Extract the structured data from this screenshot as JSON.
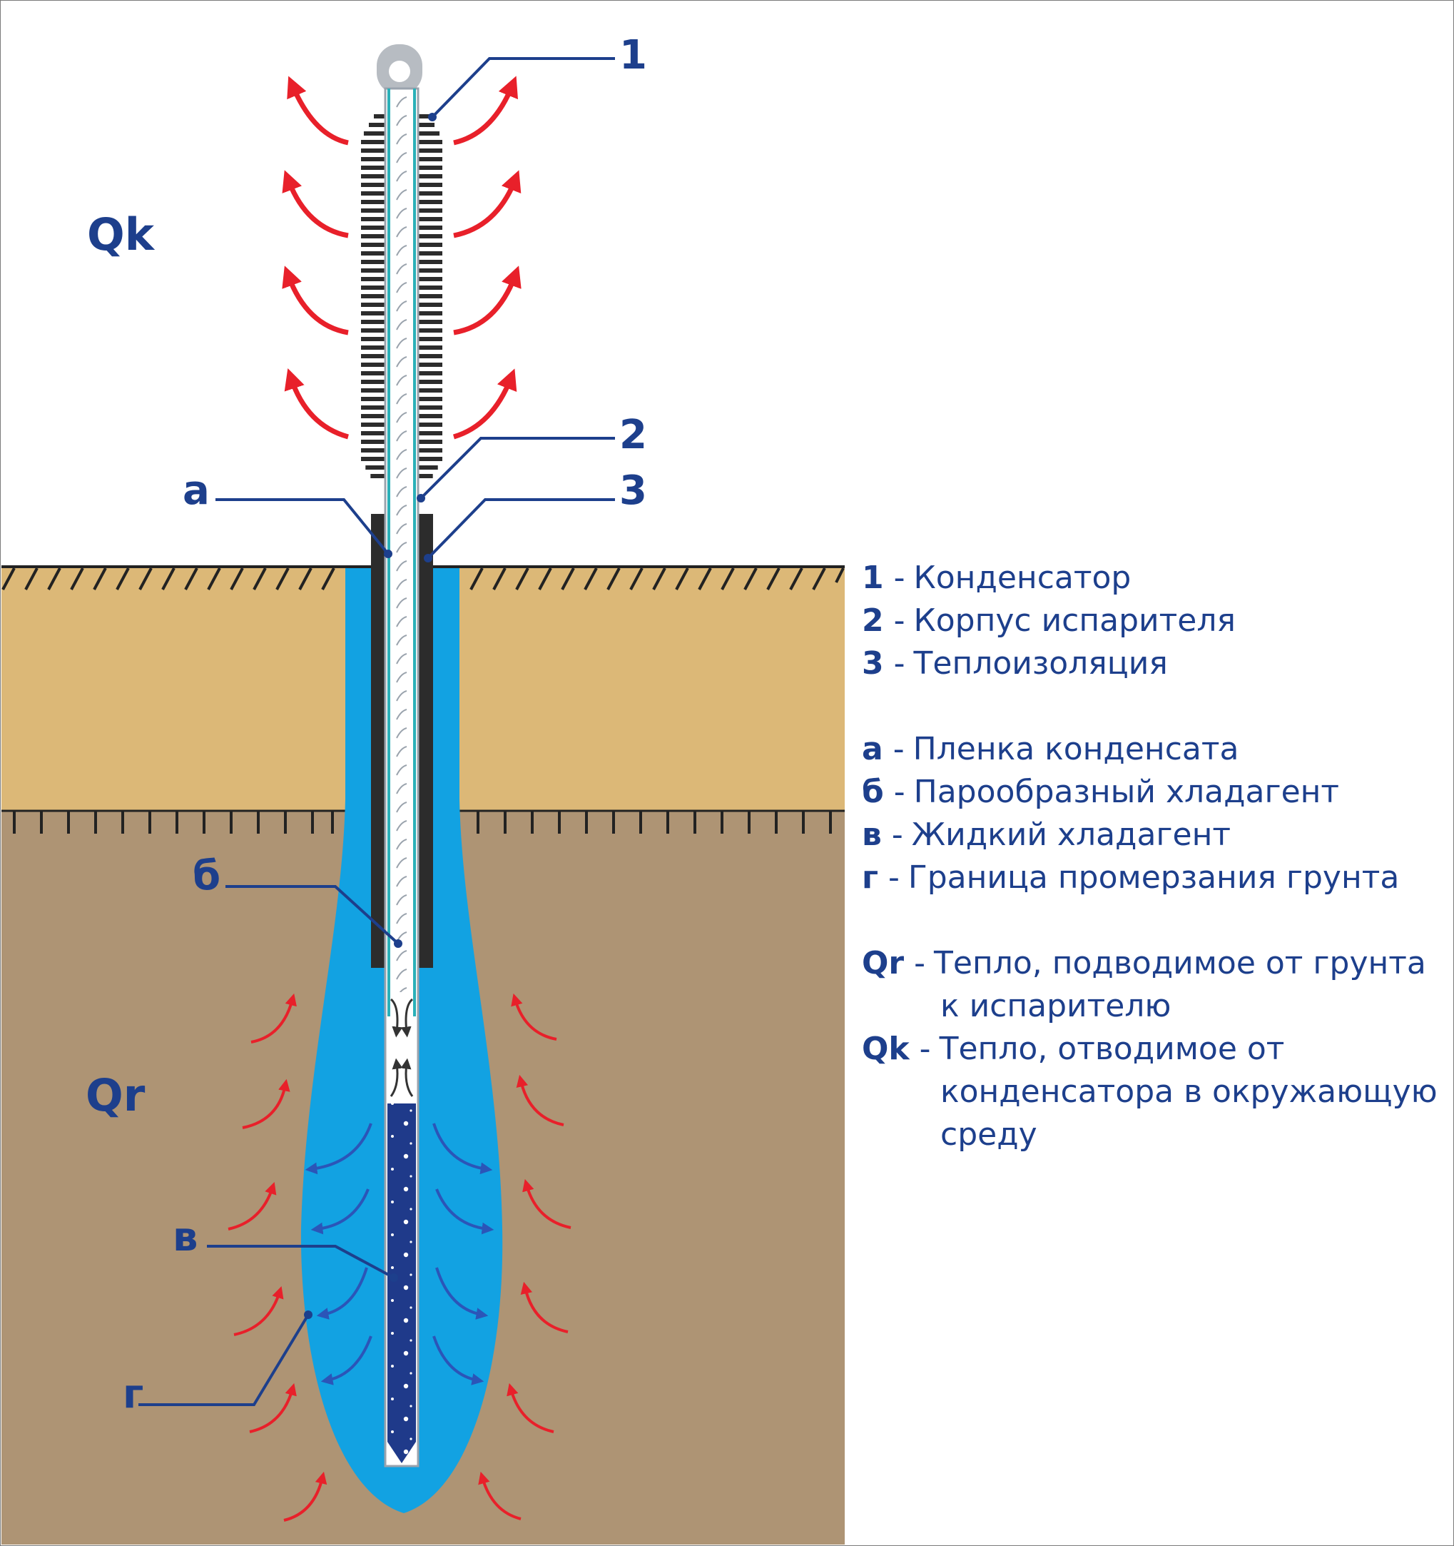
{
  "labels": {
    "qk": "Qk",
    "qr": "Qr",
    "n1": "1",
    "n2": "2",
    "n3": "3",
    "a": "а",
    "b": "б",
    "v": "в",
    "g": "г"
  },
  "legend": {
    "l1": {
      "key": "1",
      "text": "Конденсатор"
    },
    "l2": {
      "key": "2",
      "text": "Корпус испарителя"
    },
    "l3": {
      "key": "3",
      "text": "Теплоизоляция"
    },
    "la": {
      "key": "а",
      "text": "Пленка конденсата"
    },
    "lb": {
      "key": "б",
      "text": "Парообразный хладагент"
    },
    "lv": {
      "key": "в",
      "text": "Жидкий хладагент"
    },
    "lg": {
      "key": "г",
      "text": "Граница промерзания грунта"
    },
    "lqr": {
      "key": "Qr",
      "text": "Тепло, подводимое от грунта",
      "cont": "к испарителю"
    },
    "lqk": {
      "key": "Qk",
      "text": "Тепло, отводимое от",
      "cont1": "конденсатора в окружающую",
      "cont2": "среду"
    }
  },
  "colors": {
    "label_blue": "#1d3f8c",
    "heat_red": "#e8202a",
    "flow_blue": "#2b55b8",
    "frozen_zone": "#12a2e2",
    "soil_top": "#dcb877",
    "soil_bottom": "#ae9474",
    "liquid": "#1f3a8a",
    "insulation": "#2c2c2c"
  }
}
